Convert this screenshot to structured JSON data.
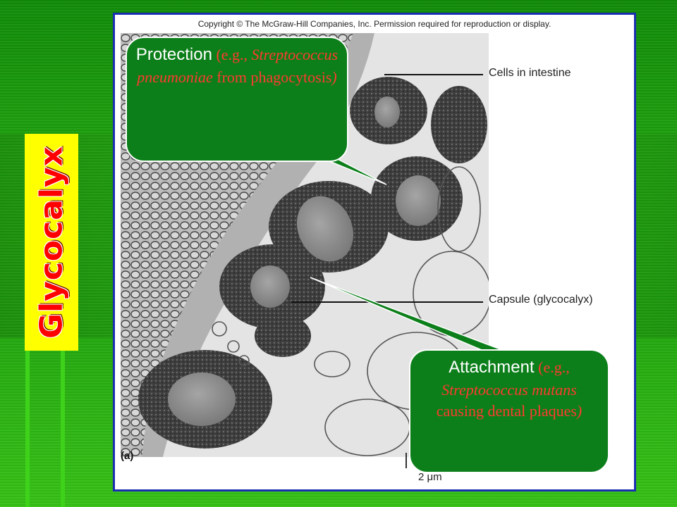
{
  "slide": {
    "title": "Glycocalyx",
    "colors": {
      "background": "#1a8f0a",
      "title_tab": "#ffff00",
      "title_text": "#ff0000",
      "callout_fill": "#0c7f1a",
      "callout_accent": "#ff3b2e",
      "frame_border": "#1a2fb0"
    }
  },
  "figure": {
    "copyright": "Copyright © The McGraw-Hill Companies, Inc. Permission required for reproduction or display.",
    "labels": {
      "cells_in_intestine": "Cells in intestine",
      "capsule": "Capsule (glycocalyx)"
    },
    "panel_letter": "(a)",
    "scale_label": "2 μm"
  },
  "callouts": {
    "protection": {
      "lead": "Protection",
      "open": " (e.g., ",
      "genus": "Streptococcus pneumoniae",
      "rest": " from phagocytosis",
      "close": ")"
    },
    "attachment": {
      "lead": "Attachment",
      "open": " (e.g., ",
      "genus": "Streptococcus mutans",
      "rest": " causing dental plaques",
      "close": ")"
    }
  }
}
